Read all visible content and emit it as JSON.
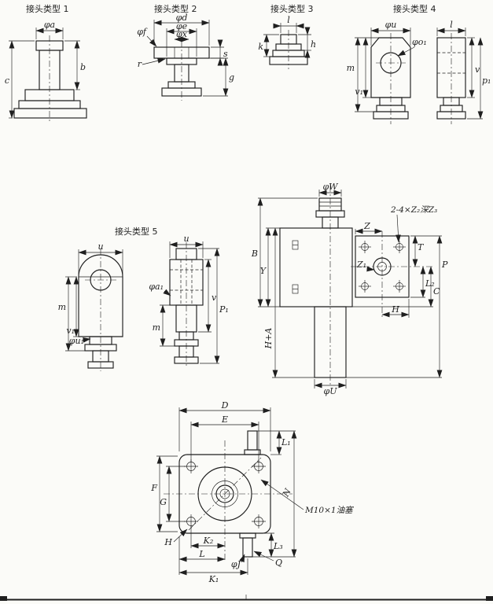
{
  "colors": {
    "paper": "#fbfbf8",
    "ink": "#1f1f1f"
  },
  "titles": {
    "t1": "接头类型 1",
    "t2": "接头类型 2",
    "t3": "接头类型 3",
    "t4": "接头类型 4",
    "t5": "接头类型 5"
  },
  "t1": {
    "dia_a": "φa",
    "b": "b",
    "c": "c"
  },
  "t2": {
    "dia_d": "φd",
    "dia_e": "φe",
    "dia_x": "φx",
    "dia_f": "φf",
    "r": "r",
    "s": "s",
    "g": "g"
  },
  "t3": {
    "l": "l",
    "h": "h",
    "k": "k"
  },
  "t4": {
    "dia_u": "φu",
    "m": "m",
    "v1": "v₁",
    "dia_o1": "φo₁",
    "l": "l",
    "v": "v",
    "p1": "p₁"
  },
  "t5": {
    "u_front": "u",
    "m_front": "m",
    "v1": "v₁",
    "dia_u1": "φu₁",
    "u_side": "u",
    "dia_a1": "φa₁",
    "v": "v",
    "p1": "P₁",
    "m_side": "m"
  },
  "asm": {
    "dia_w": "φW",
    "b": "B",
    "y": "Y",
    "h_plus_a": "H+A",
    "dia_u": "φU",
    "z": "Z",
    "z1": "Z₁",
    "holes_note": "2-4×Z₂深Z₃",
    "t": "T",
    "l2": "L₂",
    "c": "C",
    "p": "P",
    "h": "H"
  },
  "flange": {
    "d": "D",
    "e": "E",
    "l1": "L₁",
    "f": "F",
    "g": "G",
    "n": "N",
    "plug_note": "M10×1油塞",
    "h": "H",
    "k2": "K₂",
    "l": "L",
    "dia_j": "φJ",
    "k1": "K₁",
    "l3": "L₃",
    "q": "Q"
  }
}
